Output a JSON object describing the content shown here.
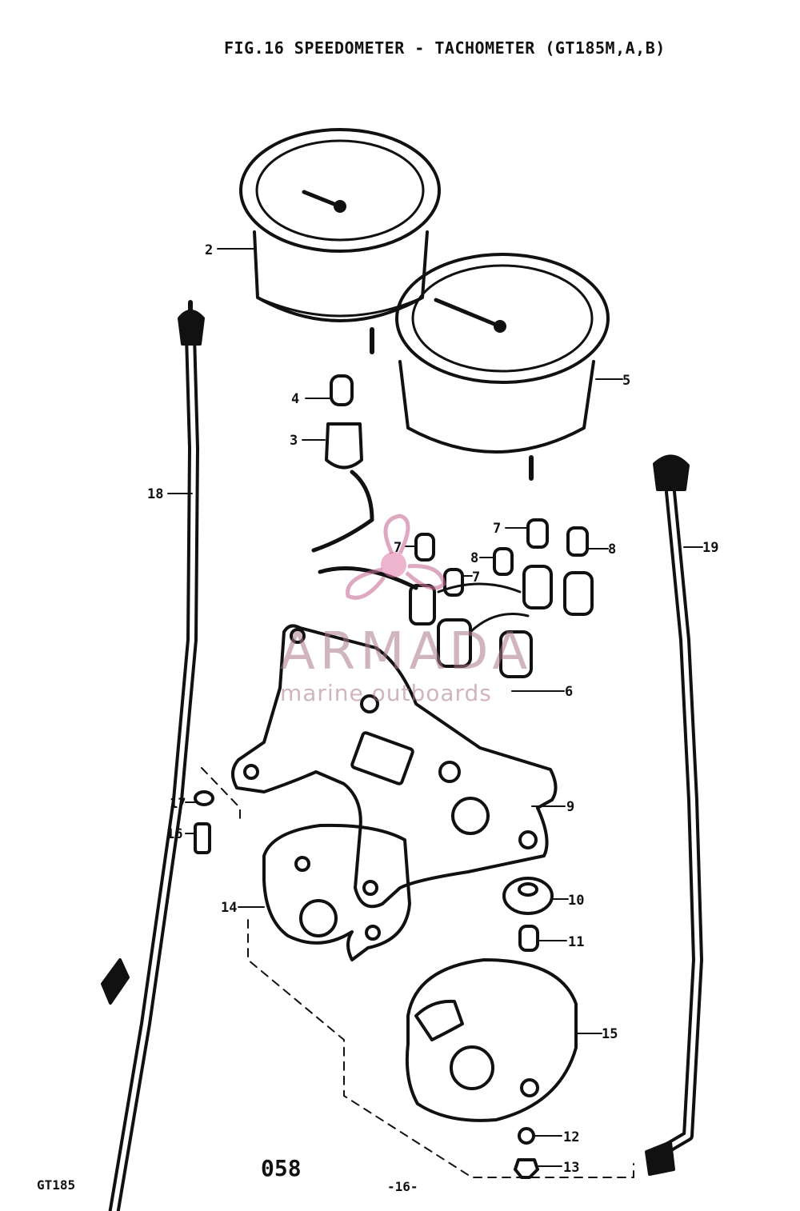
{
  "title": "FIG.16  SPEEDOMETER - TACHOMETER (GT185M,A,B)",
  "footer": {
    "model": "GT185",
    "code": "058",
    "page": "-16-"
  },
  "watermark": {
    "brand": "ARMADA",
    "tagline": "marine outboards"
  },
  "callouts": [
    "2",
    "5",
    "4",
    "3",
    "18",
    "7",
    "7",
    "7",
    "8",
    "8",
    "6",
    "19",
    "9",
    "17",
    "16",
    "14",
    "10",
    "11",
    "15",
    "12",
    "13"
  ]
}
